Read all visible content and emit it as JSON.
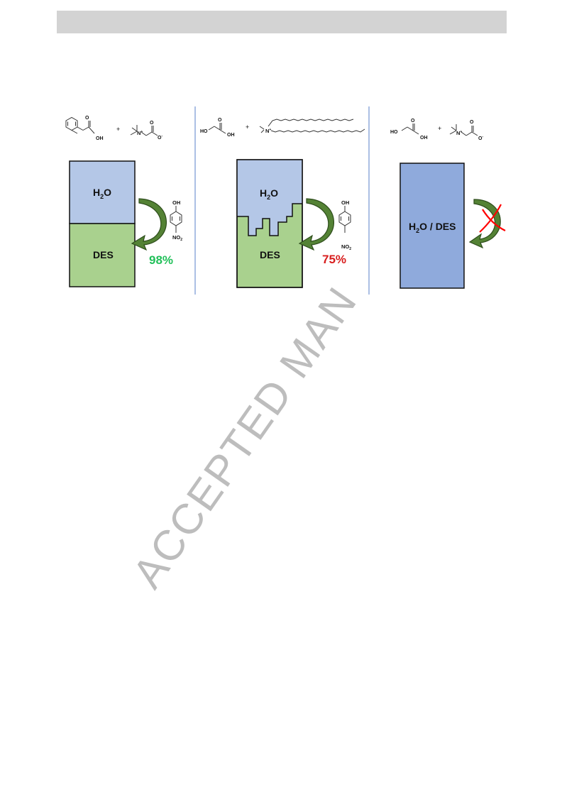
{
  "panels": [
    {
      "water_label": "H",
      "water_sub": "2",
      "water_tail": "O",
      "des_label": "DES",
      "percent": "98%",
      "percent_color": "#22c05a"
    },
    {
      "water_label": "H",
      "water_sub": "2",
      "water_tail": "O",
      "des_label": "DES",
      "percent": "75%",
      "percent_color": "#d81e1e"
    },
    {
      "mixed_label_h": "H",
      "mixed_label_sub": "2",
      "mixed_label_tail": "O / DES"
    }
  ],
  "molecules": {
    "oh": "OH",
    "ho": "HO",
    "o": "O",
    "n_plus": "N",
    "plus_sign": "+",
    "minus_sign": "-",
    "no2_n": "NO",
    "no2_sub": "2",
    "reaction_plus": "+"
  },
  "watermark": "ACCEPTED MAN",
  "colors": {
    "water": "#b4c7e7",
    "des": "#a9d18e",
    "mixed": "#8faadc",
    "arrow": "#548235",
    "divider": "#8faadc",
    "cross": "#ff0000"
  }
}
